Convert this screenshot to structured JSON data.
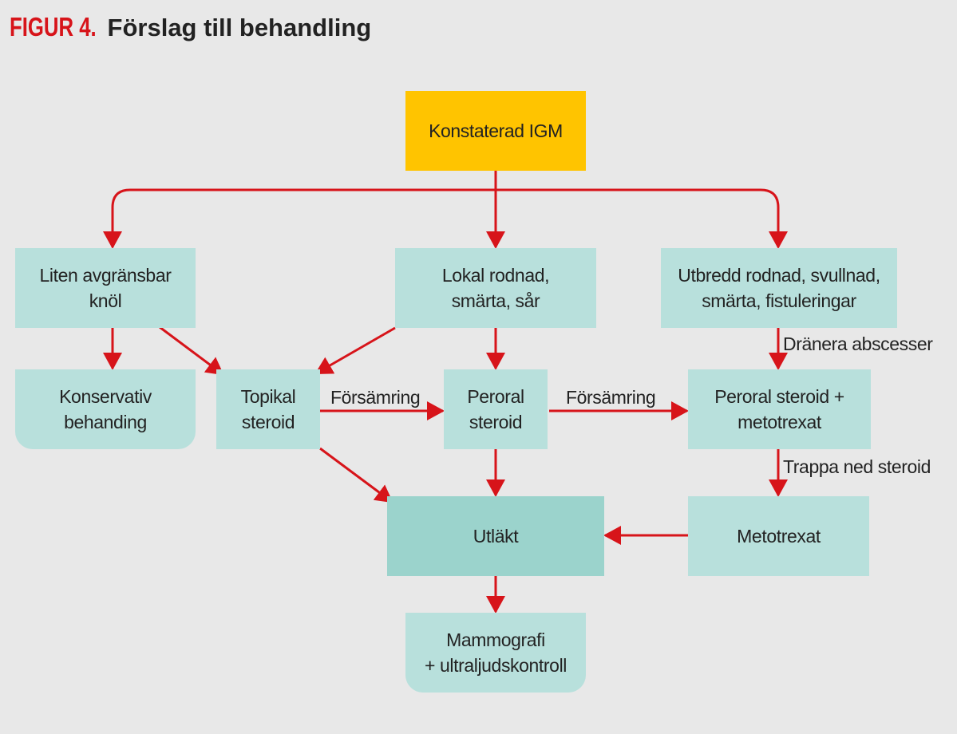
{
  "title": {
    "figure_label": "FIGUR 4.",
    "text": "Förslag till behandling"
  },
  "colors": {
    "accent_red": "#d7141a",
    "start_node": "#ffc400",
    "node": "#b8e0dc",
    "result_node": "#9bd3cc",
    "background": "#e8e8e8"
  },
  "nodes": {
    "start": "Konstaterad IGM",
    "small_lump": "Liten avgränsbar\nknöl",
    "local_redness": "Lokal rodnad,\nsmärta, sår",
    "widespread": "Utbredd rodnad, svullnad,\nsmärta, fistuleringar",
    "conservative": "Konservativ\nbehanding",
    "topical": "Topikal\nsteroid",
    "oral": "Peroral\nsteroid",
    "oral_mtx": "Peroral steroid +\nmetotrexat",
    "healed": "Utläkt",
    "mtx": "Metotrexat",
    "followup": "Mammografi\n+ ultraljudskontroll"
  },
  "edge_labels": {
    "worsening_1": "Försämring",
    "worsening_2": "Försämring",
    "drain": "Dränera abscesser",
    "taper": "Trappa ned steroid"
  },
  "edges": [
    {
      "from": "start",
      "to": "small_lump"
    },
    {
      "from": "start",
      "to": "local_redness"
    },
    {
      "from": "start",
      "to": "widespread"
    },
    {
      "from": "small_lump",
      "to": "conservative"
    },
    {
      "from": "small_lump",
      "to": "topical"
    },
    {
      "from": "local_redness",
      "to": "topical"
    },
    {
      "from": "local_redness",
      "to": "oral"
    },
    {
      "from": "widespread",
      "to": "oral_mtx",
      "label": "Dränera abscesser"
    },
    {
      "from": "topical",
      "to": "oral",
      "label": "Försämring"
    },
    {
      "from": "oral",
      "to": "oral_mtx",
      "label": "Försämring"
    },
    {
      "from": "topical",
      "to": "healed"
    },
    {
      "from": "oral",
      "to": "healed"
    },
    {
      "from": "oral_mtx",
      "to": "mtx",
      "label": "Trappa ned steroid"
    },
    {
      "from": "mtx",
      "to": "healed"
    },
    {
      "from": "healed",
      "to": "followup"
    }
  ]
}
